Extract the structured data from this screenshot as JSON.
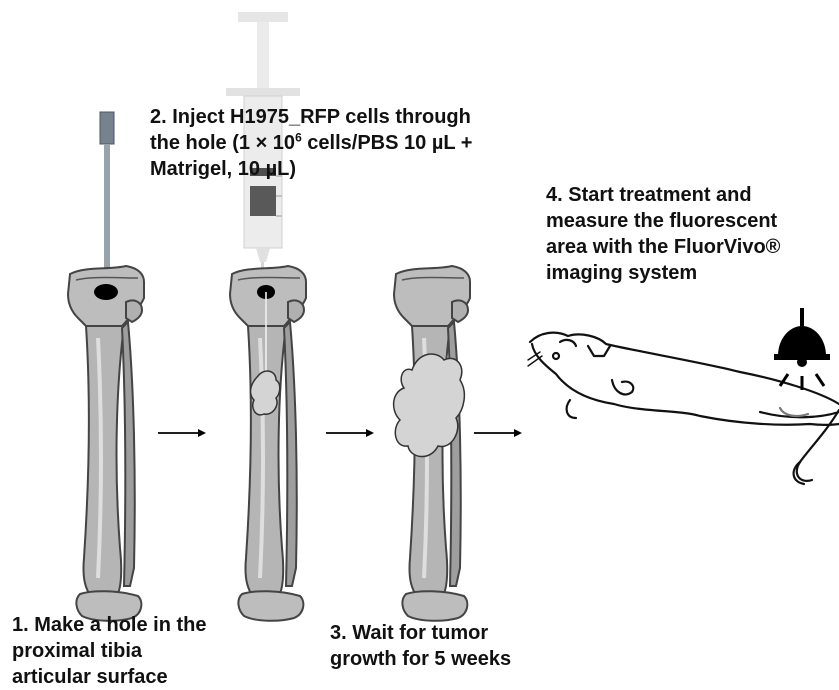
{
  "steps": {
    "step1": {
      "lines": [
        "1. Make a hole in the",
        "proximal tibia",
        "articular surface"
      ]
    },
    "step2": {
      "line1": "2. Inject  H1975_RFP cells through",
      "line2_pre": "the hole (1 × 10",
      "line2_sup": "6",
      "line2_post": " cells/PBS 10 µL +",
      "line3": "Matrigel, 10 µL)"
    },
    "step3": {
      "lines": [
        "3. Wait for tumor",
        "growth for 5 weeks"
      ]
    },
    "step4": {
      "lines": [
        "4. Start treatment and",
        "measure the fluorescent",
        "area with the FluorVivo®",
        "imaging system"
      ]
    }
  },
  "colors": {
    "bone_fill": "#b9b9b9",
    "bone_stroke": "#4a4a4a",
    "tumor_fill": "#d4d4d4",
    "drill_rod": "#75818e",
    "syringe": "#e6e6e6",
    "plunger": "#555555",
    "text": "#111111"
  },
  "icons": [
    "drill-icon",
    "syringe-icon",
    "tibia-icon",
    "tumor-icon",
    "arrow-right-icon",
    "mouse-icon",
    "lamp-icon"
  ]
}
